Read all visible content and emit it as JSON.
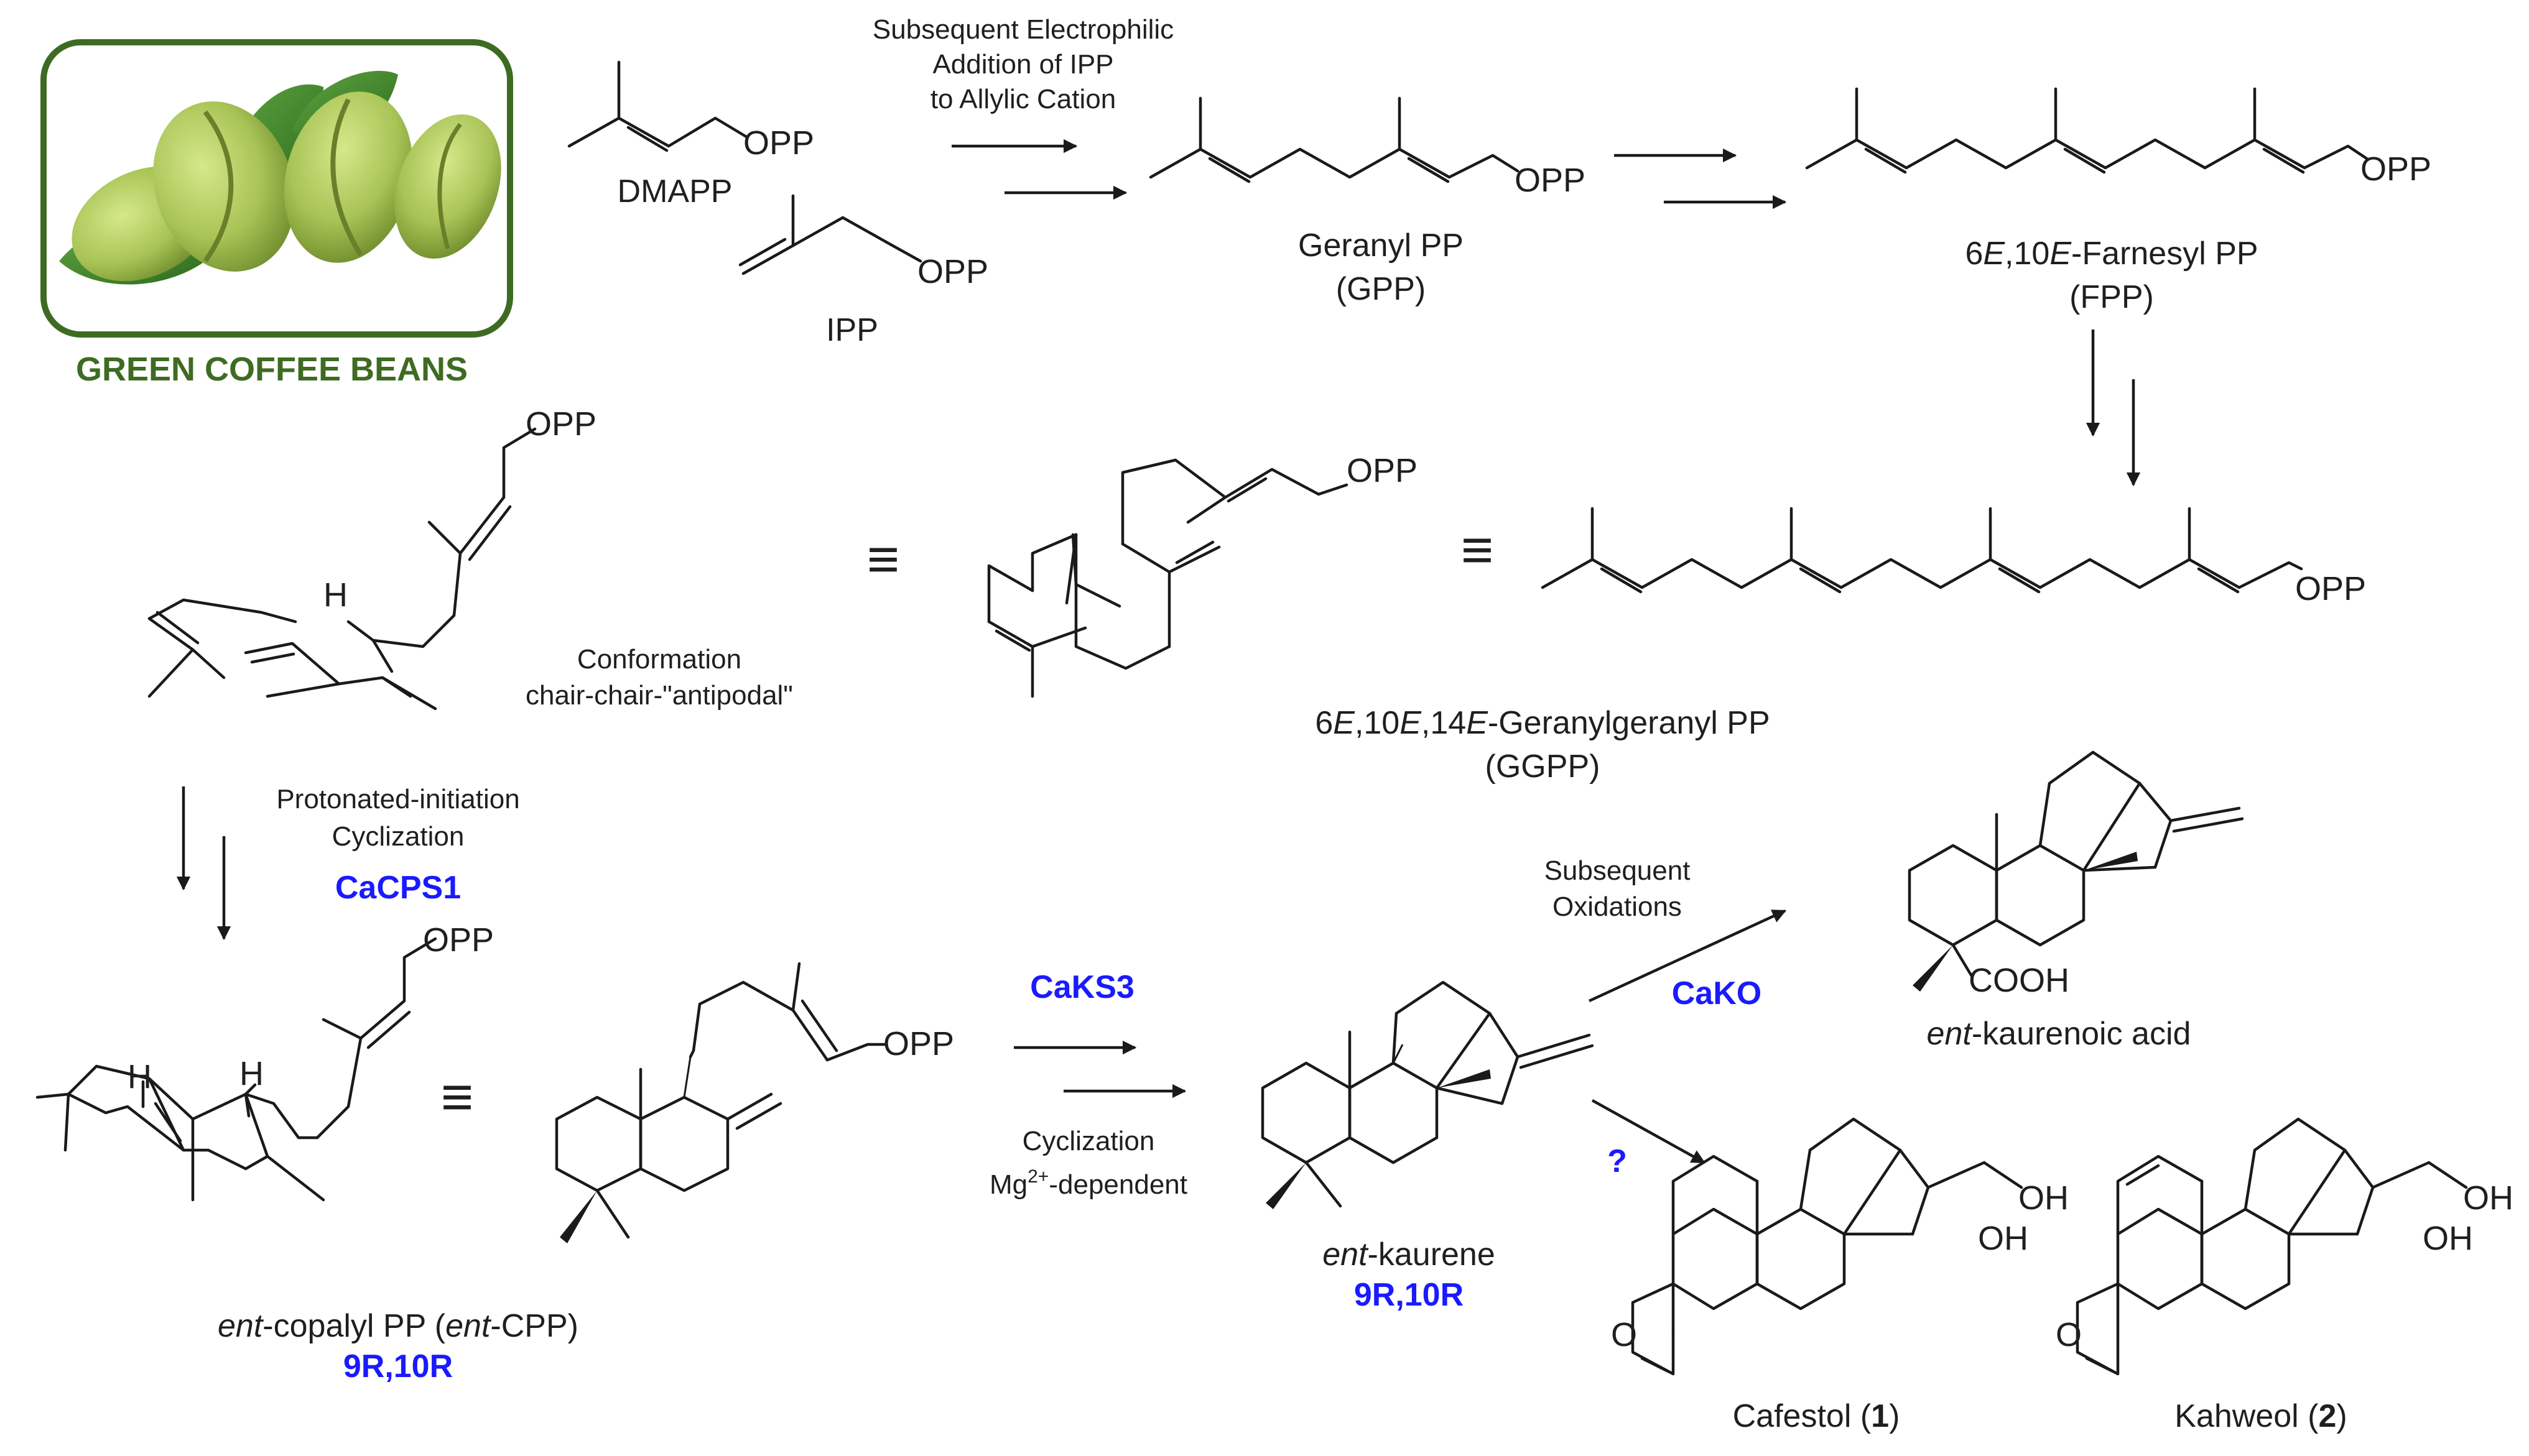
{
  "image_caption": "GREEN COFFEE BEANS",
  "colors": {
    "enzyme": "#1a1aff",
    "caption_green": "#3e6b22",
    "frame": "#3e6b22"
  },
  "step1": {
    "line1": "Subsequent Electrophilic",
    "line2": "Addition of IPP",
    "line3": "to Allylic Cation"
  },
  "dmapp": {
    "label": "DMAPP",
    "opp": "OPP"
  },
  "ipp": {
    "label": "IPP",
    "opp": "OPP"
  },
  "gpp": {
    "line1": "Geranyl PP",
    "line2": "(GPP)",
    "opp": "OPP"
  },
  "fpp": {
    "line1_num1": "6",
    "line1_e1": "E",
    "line1_mid": ",10",
    "line1_e2": "E",
    "line1_rest": "-Farnesyl PP",
    "line2": "(FPP)",
    "opp": "OPP"
  },
  "ggpp": {
    "n1": "6",
    "e1": "E",
    "n2": ",10",
    "e2": "E",
    "n3": ",14",
    "e3": "E",
    "rest": "-Geranylgeranyl PP",
    "line2": "(GGPP)",
    "opp": "OPP"
  },
  "conformation": {
    "line1": "Conformation",
    "line2": "chair-chair-\"antipodal\"",
    "h": "H",
    "opp": "OPP"
  },
  "cyclization1": {
    "line1": "Protonated-initiation",
    "line2": "Cyclization",
    "enzyme": "CaCPS1"
  },
  "cpp": {
    "pre": "ent",
    "mid": "-copalyl PP (",
    "pre2": "ent",
    "post": "-CPP)",
    "stereo": "9R,10R",
    "h1": "H",
    "h2": "H",
    "opp": "OPP"
  },
  "cyclization2": {
    "enzyme": "CaKS3",
    "line1": "Cyclization",
    "mg": "Mg",
    "sup": "2+",
    "line2_rest": "-dependent"
  },
  "kaurene": {
    "pre": "ent",
    "rest": "-kaurene",
    "stereo": "9R,10R"
  },
  "oxidation": {
    "line1": "Subsequent",
    "line2": "Oxidations",
    "enzyme": "CaKO",
    "unknown": "?"
  },
  "acid": {
    "pre": "ent",
    "rest": "-kaurenoic acid",
    "cooh": "COOH"
  },
  "cafestol": {
    "name": "Cafestol (",
    "num": "1",
    "close": ")",
    "oh1": "OH",
    "oh2": "OH",
    "o": "O"
  },
  "kahweol": {
    "name": "Kahweol (",
    "num": "2",
    "close": ")",
    "oh1": "OH",
    "oh2": "OH",
    "o": "O"
  },
  "equiv": "≡"
}
